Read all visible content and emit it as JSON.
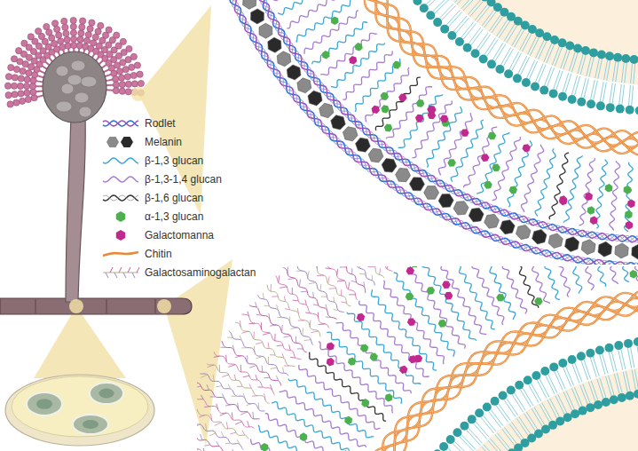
{
  "diagram": {
    "legend": [
      {
        "text": "Rodlet"
      },
      {
        "text": "Melanin"
      },
      {
        "text": "β-1,3 glucan"
      },
      {
        "text": "β-1,3-1,4 glucan"
      },
      {
        "text": "β-1,6 glucan"
      },
      {
        "text": "α-1,3 glucan"
      },
      {
        "text": "Galactomanna"
      },
      {
        "text": "Chitin"
      },
      {
        "text": "Galactosaminogalactan"
      }
    ]
  }
}
